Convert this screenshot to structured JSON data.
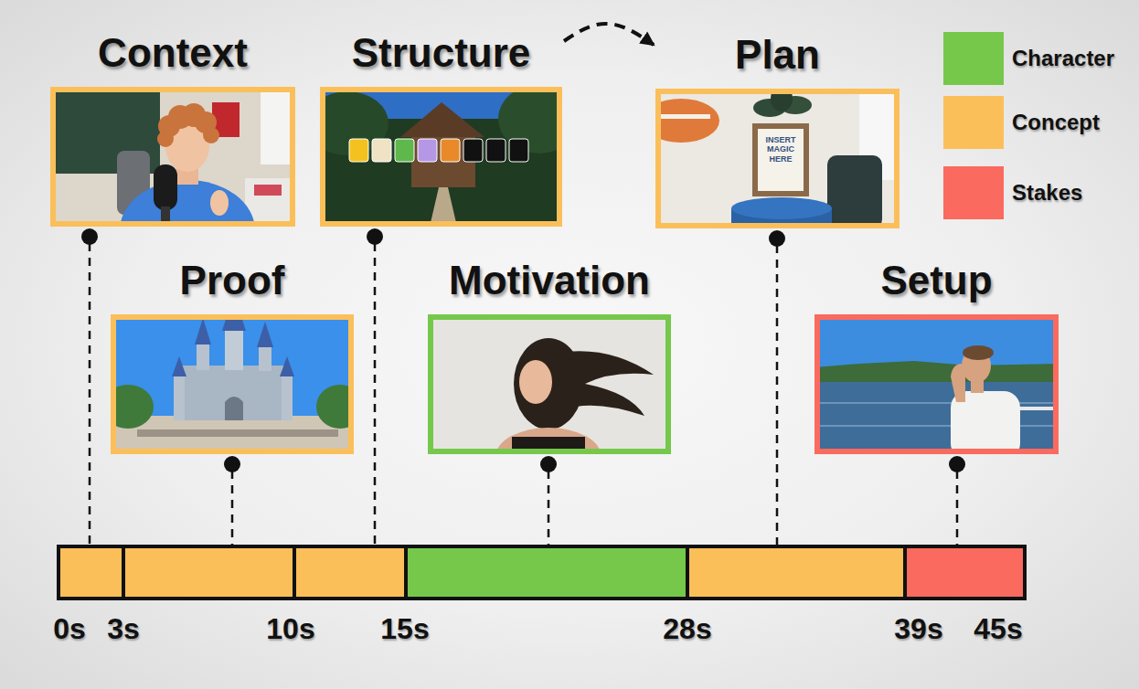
{
  "diagram": {
    "nodes": [
      {
        "text": [
          "Context"
        ]
      },
      {
        "text": [
          "Structure"
        ]
      },
      {
        "text": [
          "Plan"
        ]
      },
      {
        "text": [
          "Proof"
        ]
      },
      {
        "text": [
          "Motivation"
        ]
      },
      {
        "text": [
          "Setup"
        ]
      }
    ],
    "edges": [
      {
        "from": 1,
        "to": 2,
        "arrow": "to"
      }
    ],
    "labels": [
      "INSERT MAGIC HERE",
      "0s",
      "3s",
      "10s",
      "15s",
      "28s",
      "39s",
      "45s"
    ],
    "legend": [
      {
        "text": "Character",
        "color": "#76c84b"
      },
      {
        "text": "Concept",
        "color": "#fbbf5a"
      },
      {
        "text": "Stakes",
        "color": "#fa6a5e"
      }
    ]
  }
}
